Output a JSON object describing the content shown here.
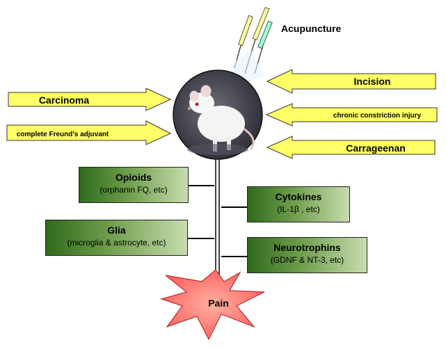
{
  "title": "Acupuncture",
  "stimuli_left": [
    {
      "label": "Carcinoma"
    },
    {
      "label": "complete Freund's adjuvant"
    }
  ],
  "stimuli_right": [
    {
      "label": "Incision"
    },
    {
      "label": "chronic constriction injury"
    },
    {
      "label": "Carrageenan"
    }
  ],
  "mediators": [
    {
      "name": "Opioids",
      "detail": "(orphanin FQ, etc)"
    },
    {
      "name": "Cytokines",
      "detail": "(IL-1β , etc)"
    },
    {
      "name": "Glia",
      "detail": "(microglia & astrocyte, etc)"
    },
    {
      "name": "Neurotrophins",
      "detail": "(GDNF & NT-3, etc)"
    }
  ],
  "outcome": "Pain",
  "colors": {
    "arrow_fill": "#ffff66",
    "box_dark": "#2f6a1c",
    "box_light": "#c8dcb0",
    "burst_fill": "#ff6b6b",
    "circle_fill": "#3a3a48"
  }
}
